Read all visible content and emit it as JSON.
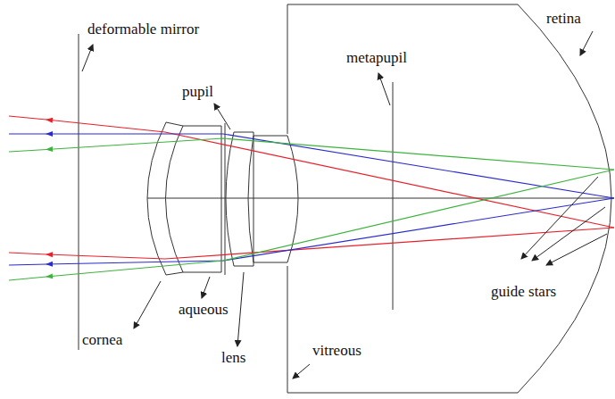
{
  "diagram": {
    "labels": [
      "deformable mirror",
      "retina",
      "metapupil",
      "pupil",
      "guide stars",
      "aqueous",
      "cornea",
      "lens",
      "vitreous"
    ]
  }
}
